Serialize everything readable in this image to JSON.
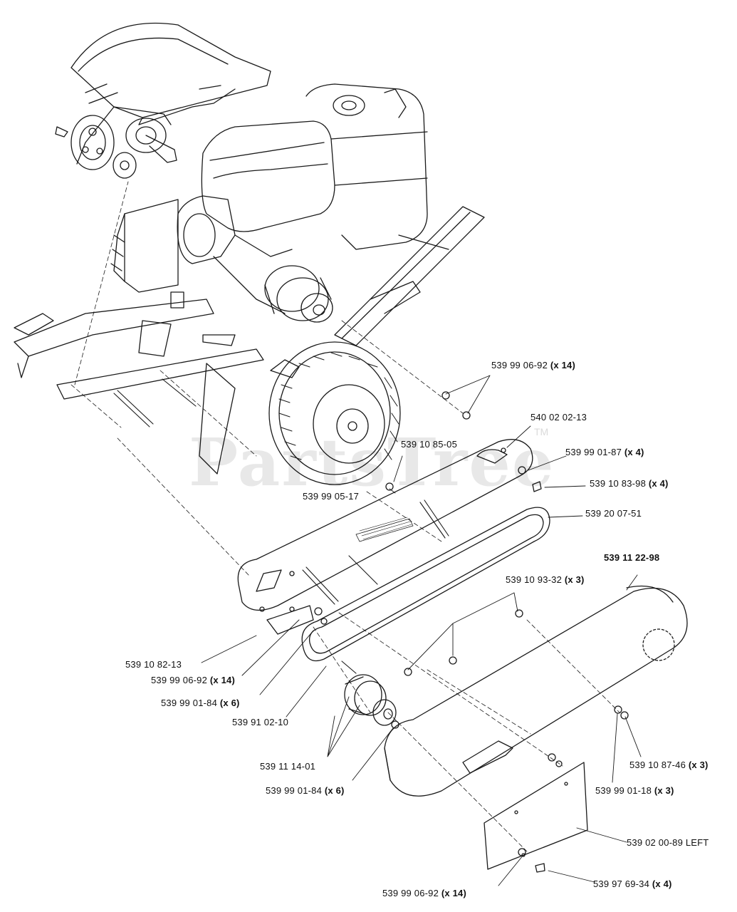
{
  "watermark": {
    "text": "PartsTree",
    "tm": "TM"
  },
  "labels": [
    {
      "id": "p1",
      "part": "539 99 06-92",
      "qty": "(x 14)"
    },
    {
      "id": "p2",
      "part": "540 02 02-13",
      "qty": ""
    },
    {
      "id": "p3",
      "part": "539 10 85-05",
      "qty": ""
    },
    {
      "id": "p4",
      "part": "539 99 01-87",
      "qty": "(x 4)"
    },
    {
      "id": "p5",
      "part": "539 10 83-98",
      "qty": "(x 4)"
    },
    {
      "id": "p6",
      "part": "539 99 05-17",
      "qty": ""
    },
    {
      "id": "p7",
      "part": "539 20 07-51",
      "qty": ""
    },
    {
      "id": "p8",
      "part": "539 11 22-98",
      "qty": ""
    },
    {
      "id": "p9",
      "part": "539 10 93-32",
      "qty": "(x 3)"
    },
    {
      "id": "p10",
      "part": "539 10 82-13",
      "qty": ""
    },
    {
      "id": "p11",
      "part": "539 99 06-92",
      "qty": "(x 14)"
    },
    {
      "id": "p12",
      "part": "539 99 01-84",
      "qty": "(x 6)"
    },
    {
      "id": "p13",
      "part": "539 91 02-10",
      "qty": ""
    },
    {
      "id": "p14",
      "part": "539 11 14-01",
      "qty": ""
    },
    {
      "id": "p15",
      "part": "539 10 87-46",
      "qty": "(x 3)"
    },
    {
      "id": "p16",
      "part": "539 99 01-84",
      "qty": "(x 6)"
    },
    {
      "id": "p17",
      "part": "539 99 01-18",
      "qty": "(x 3)"
    },
    {
      "id": "p18",
      "part": "539 02 00-89 LEFT",
      "qty": ""
    },
    {
      "id": "p19",
      "part": "539 99 06-92",
      "qty": "(x 14)"
    },
    {
      "id": "p20",
      "part": "539 97 69-34",
      "qty": "(x 4)"
    }
  ]
}
